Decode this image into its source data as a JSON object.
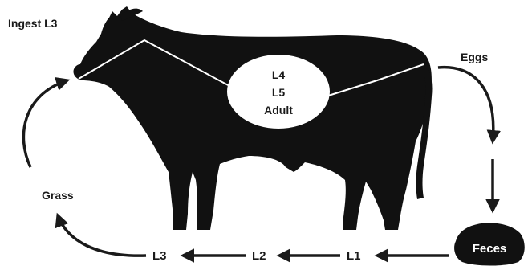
{
  "labels": {
    "ingest": "Ingest L3",
    "eggs": "Eggs",
    "grass": "Grass",
    "feces": "Feces",
    "stages": [
      "L3",
      "L2",
      "L1"
    ],
    "body_stages": [
      "L4",
      "L5",
      "Adult"
    ]
  },
  "colors": {
    "silhouette": "#111111",
    "text": "#1a1a1a",
    "background": "#ffffff"
  }
}
